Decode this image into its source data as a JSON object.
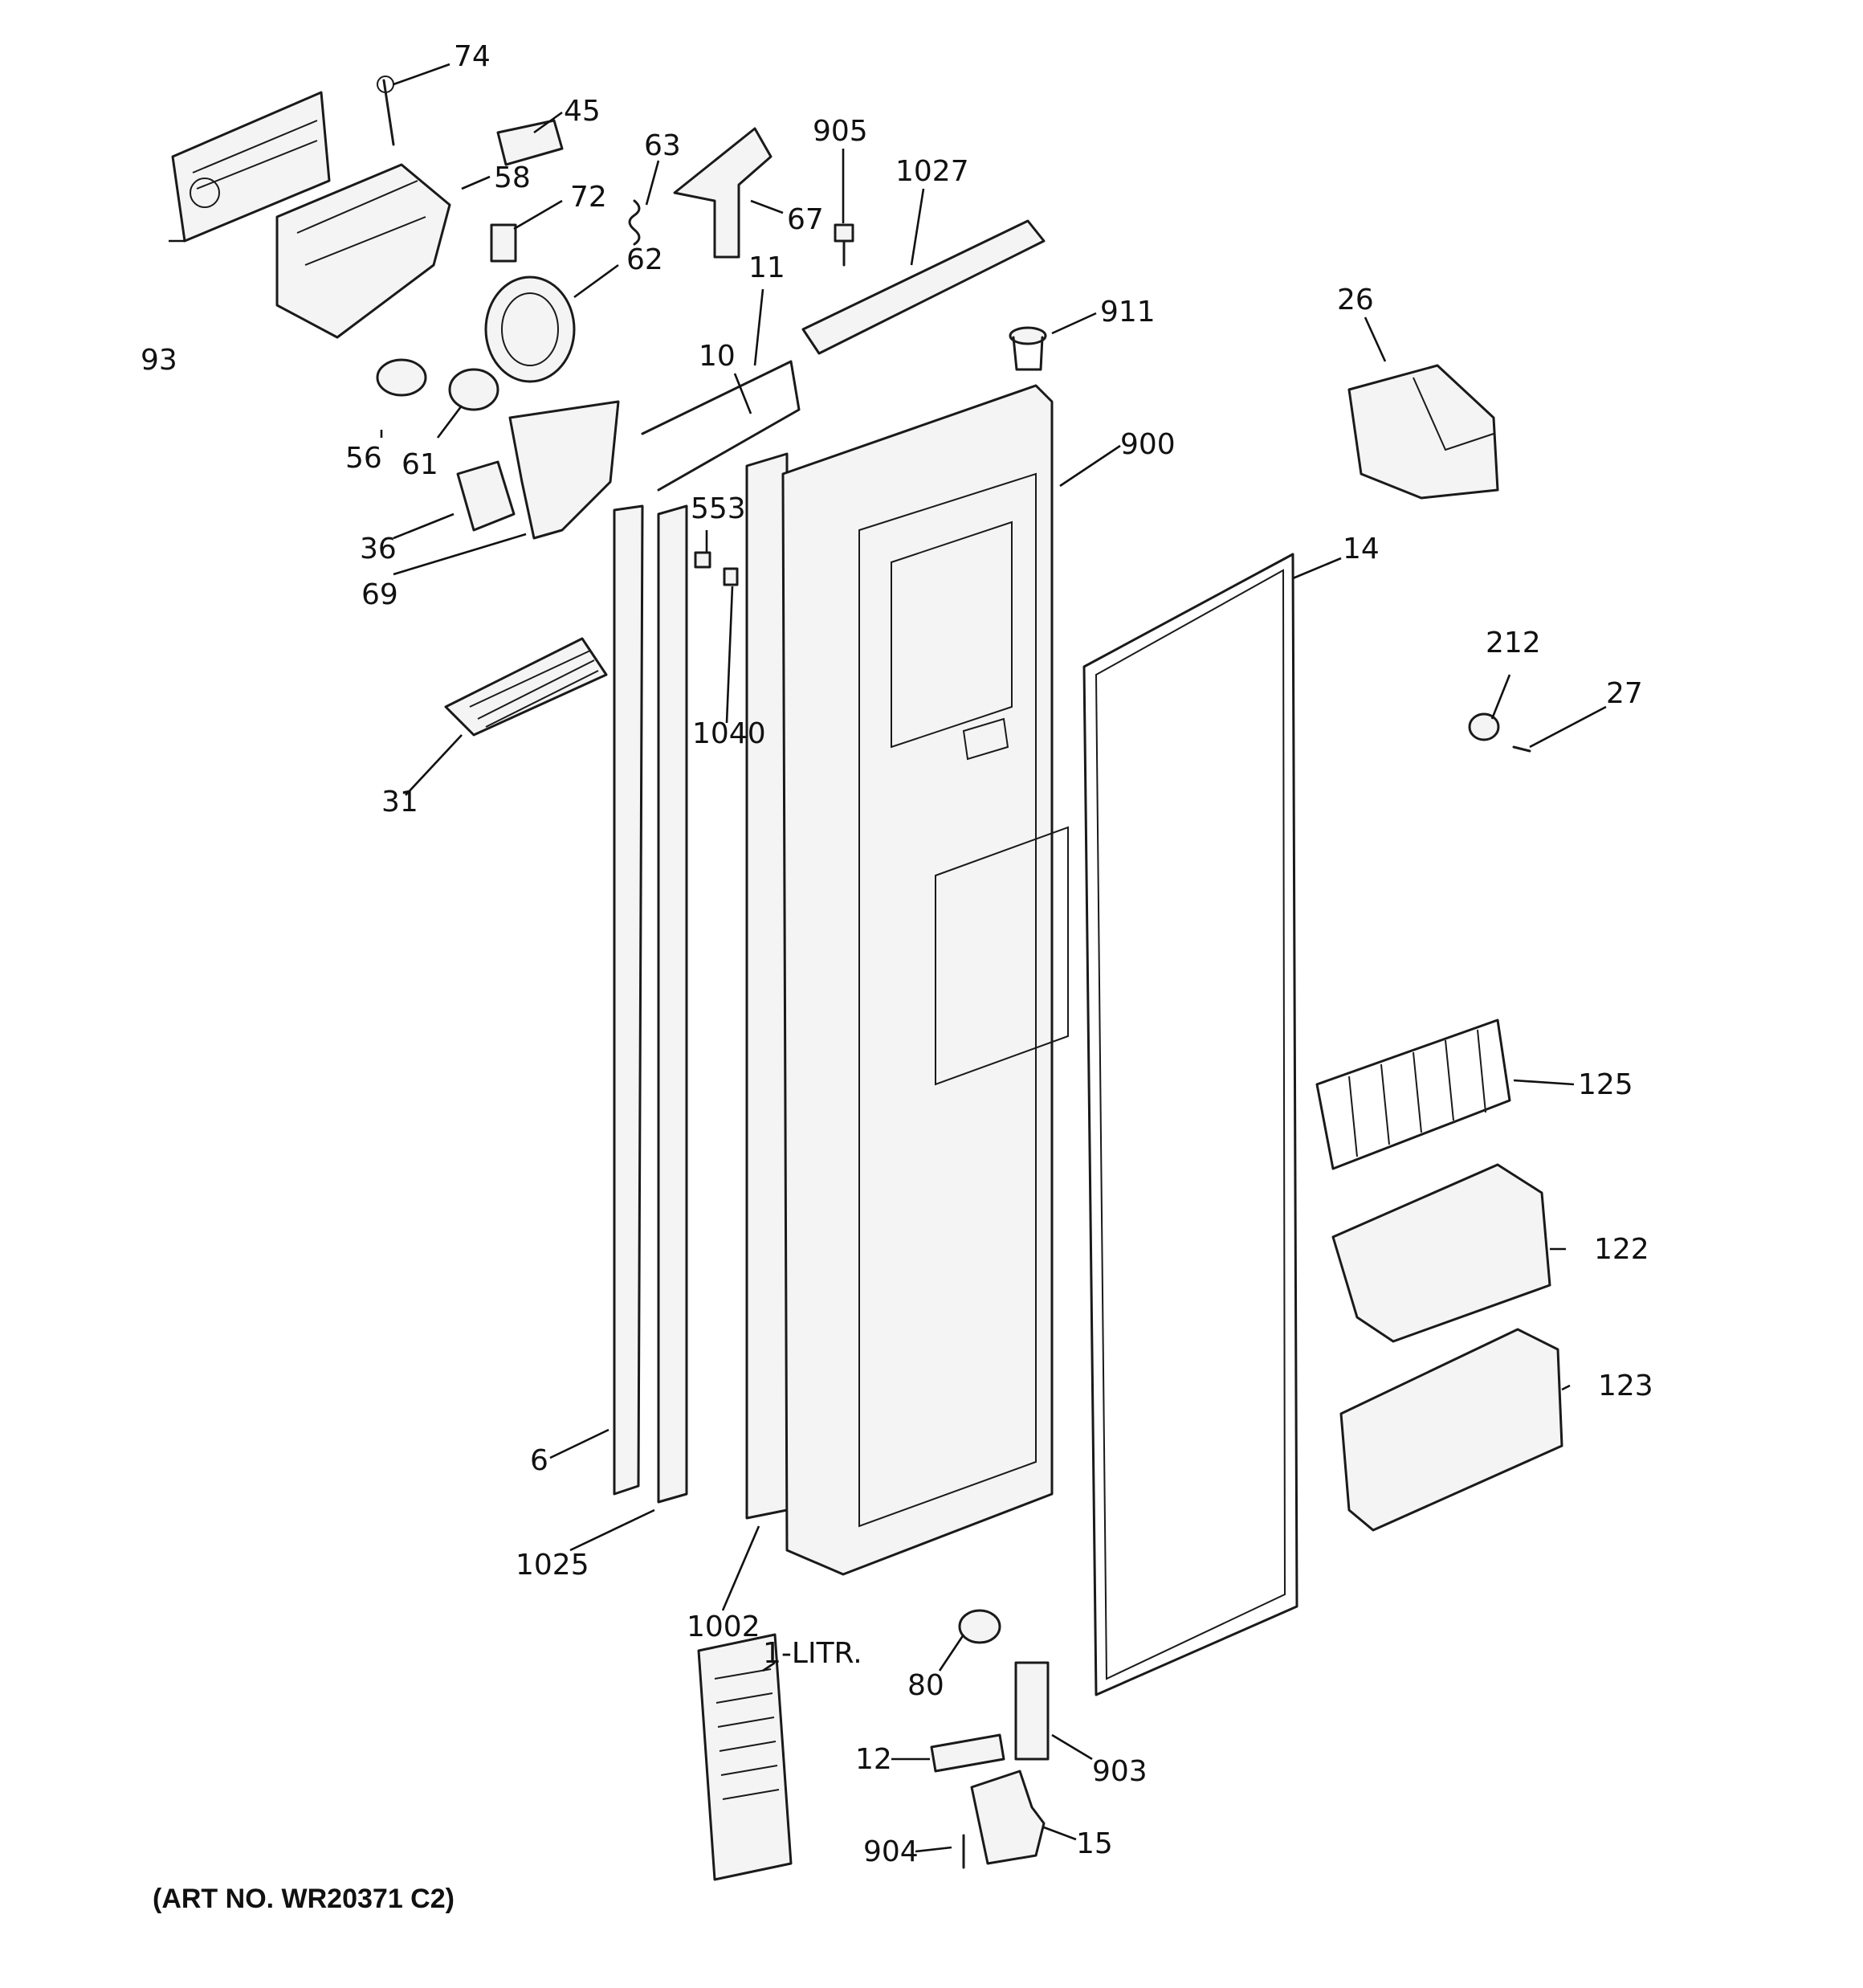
{
  "callouts": {
    "c74": "74",
    "c45": "45",
    "c58": "58",
    "c72": "72",
    "c62": "62",
    "c63": "63",
    "c67": "67",
    "c905": "905",
    "c1027": "1027",
    "c93": "93",
    "c11": "11",
    "c10": "10",
    "c911": "911",
    "c26": "26",
    "c900": "900",
    "c56": "56",
    "c61": "61",
    "c36": "36",
    "c69": "69",
    "c553": "553",
    "c14": "14",
    "c212": "212",
    "c27": "27",
    "c1040": "1040",
    "c31": "31",
    "c125": "125",
    "c122": "122",
    "c123": "123",
    "c6": "6",
    "c1025": "1025",
    "c1002": "1002",
    "c1litr": "1-LITR.",
    "c80": "80",
    "c12": "12",
    "c903": "903",
    "c904": "904",
    "c15": "15"
  },
  "footer": {
    "art_number": "(ART NO. WR20371 C2)"
  }
}
